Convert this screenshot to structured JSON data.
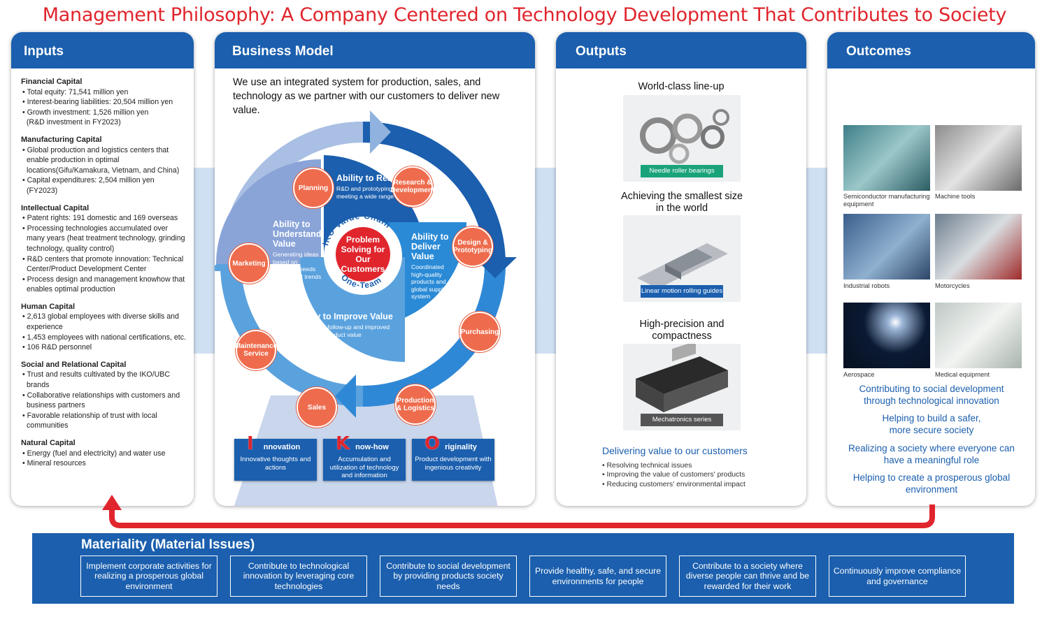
{
  "title": "Management Philosophy: A Company Centered on Technology Development That Contributes to Society",
  "colors": {
    "accent_blue": "#1b5fae",
    "accent_red": "#e0252d",
    "node_orange": "#ee6c4d",
    "light_blue": "#cfe0f3"
  },
  "inputs": {
    "header": "Inputs",
    "capitals": [
      {
        "title": "Financial Capital",
        "items": [
          "Total equity: 71,541 million yen",
          "Interest-bearing liabilities: 20,504 million yen",
          "Growth investment: 1,526 million yen",
          " (R&D investment in FY2023)"
        ]
      },
      {
        "title": "Manufacturing Capital",
        "items": [
          "Global production and logistics centers that enable production in optimal locations(Gifu/Kamakura, Vietnam, and China)",
          "Capital expenditures: 2,504 million yen (FY2023)"
        ]
      },
      {
        "title": "Intellectual Capital",
        "items": [
          "Patent rights: 191 domestic and 169 overseas",
          "Processing technologies accumulated over many years (heat treatment technology, grinding technology, quality control)",
          "R&D centers that promote innovation: Technical Center/Product Development Center",
          "Process design and management knowhow that enables optimal production"
        ]
      },
      {
        "title": "Human Capital",
        "items": [
          "2,613 global employees with diverse skills and experience",
          "1,453 employees with national certifications, etc.",
          "106 R&D personnel"
        ]
      },
      {
        "title": "Social and Relational Capital",
        "items": [
          "Trust and results cultivated by the IKO/UBC brands",
          "Collaborative relationships with customers and business partners",
          "Favorable relationship of trust with local communities"
        ]
      },
      {
        "title": "Natural Capital",
        "items": [
          "Energy (fuel and electricity) and water use",
          "Mineral resources"
        ]
      }
    ]
  },
  "business_model": {
    "header": "Business Model",
    "intro": "We use an integrated system for production, sales, and technology as we partner with our customers to deliver new value.",
    "nodes": {
      "planning": "Planning",
      "research": "Research & Development",
      "design": "Design & Prototyping",
      "purchasing": "Purchasing",
      "production": "Production & Logistics",
      "sales": "Sales",
      "maintenance": "Maintenance Service",
      "marketing": "Marketing"
    },
    "quadrants": {
      "realize": {
        "title": "Ability to Realize Value",
        "desc": "R&D and prototyping strengths for meeting a wide range of needs"
      },
      "understand": {
        "title": "Ability to Understand Value",
        "desc": "Generating ideas based on customer needs and market trends"
      },
      "deliver": {
        "title": "Ability to Deliver Value",
        "desc": "Coordinated high-quality products and a global supply system"
      },
      "improve": {
        "title": "Ability to Improve Value",
        "desc": "After-sales follow-up and improved product value"
      }
    },
    "center": {
      "arc_top": "IKO Value Chain",
      "core": "Problem Solving for Our Customers",
      "arc_bottom": "One-Team"
    },
    "iko": [
      {
        "letter": "I",
        "rest": "nnovation",
        "desc": "Innovative thoughts and actions"
      },
      {
        "letter": "K",
        "rest": "now-how",
        "desc": "Accumulation and utilization of technology and information"
      },
      {
        "letter": "O",
        "rest": "riginality",
        "desc": "Product development with ingenious creativity"
      }
    ]
  },
  "outputs": {
    "header": "Outputs",
    "products": [
      {
        "title": "World-class line-up",
        "label": "Needle roller bearings",
        "label_color": "#1aa37a"
      },
      {
        "title": "Achieving the smallest size in the world",
        "label": "Linear motion rolling guides",
        "label_color": "#1b5fae"
      },
      {
        "title": "High-precision and compactness",
        "label": "Mechatronics series",
        "label_color": "#555555"
      }
    ],
    "value_title": "Delivering value to our customers",
    "value_items": [
      "Resolving technical issues",
      "Improving the value of customers' products",
      "Reducing customers' environmental impact"
    ]
  },
  "outcomes": {
    "header": "Outcomes",
    "images": [
      {
        "caption": "Semiconductor manufacturing equipment"
      },
      {
        "caption": "Machine tools"
      },
      {
        "caption": "Industrial robots"
      },
      {
        "caption": "Motorcycles"
      },
      {
        "caption": "Aerospace"
      },
      {
        "caption": "Medical equipment"
      }
    ],
    "statements": [
      "Contributing to social development through technological innovation",
      "Helping to build a safer, more secure society",
      "Realizing a society where everyone can have a meaningful role",
      "Helping to create a prosperous global environment"
    ]
  },
  "materiality": {
    "title": "Materiality (Material Issues)",
    "items": [
      "Implement corporate activities for realizing a prosperous global environment",
      "Contribute to technological innovation by leveraging core technologies",
      "Contribute to social development by providing products society needs",
      "Provide healthy, safe, and secure environments for people",
      "Contribute to a society where diverse people can thrive and be rewarded for their work",
      "Continuously improve compliance and governance"
    ]
  }
}
